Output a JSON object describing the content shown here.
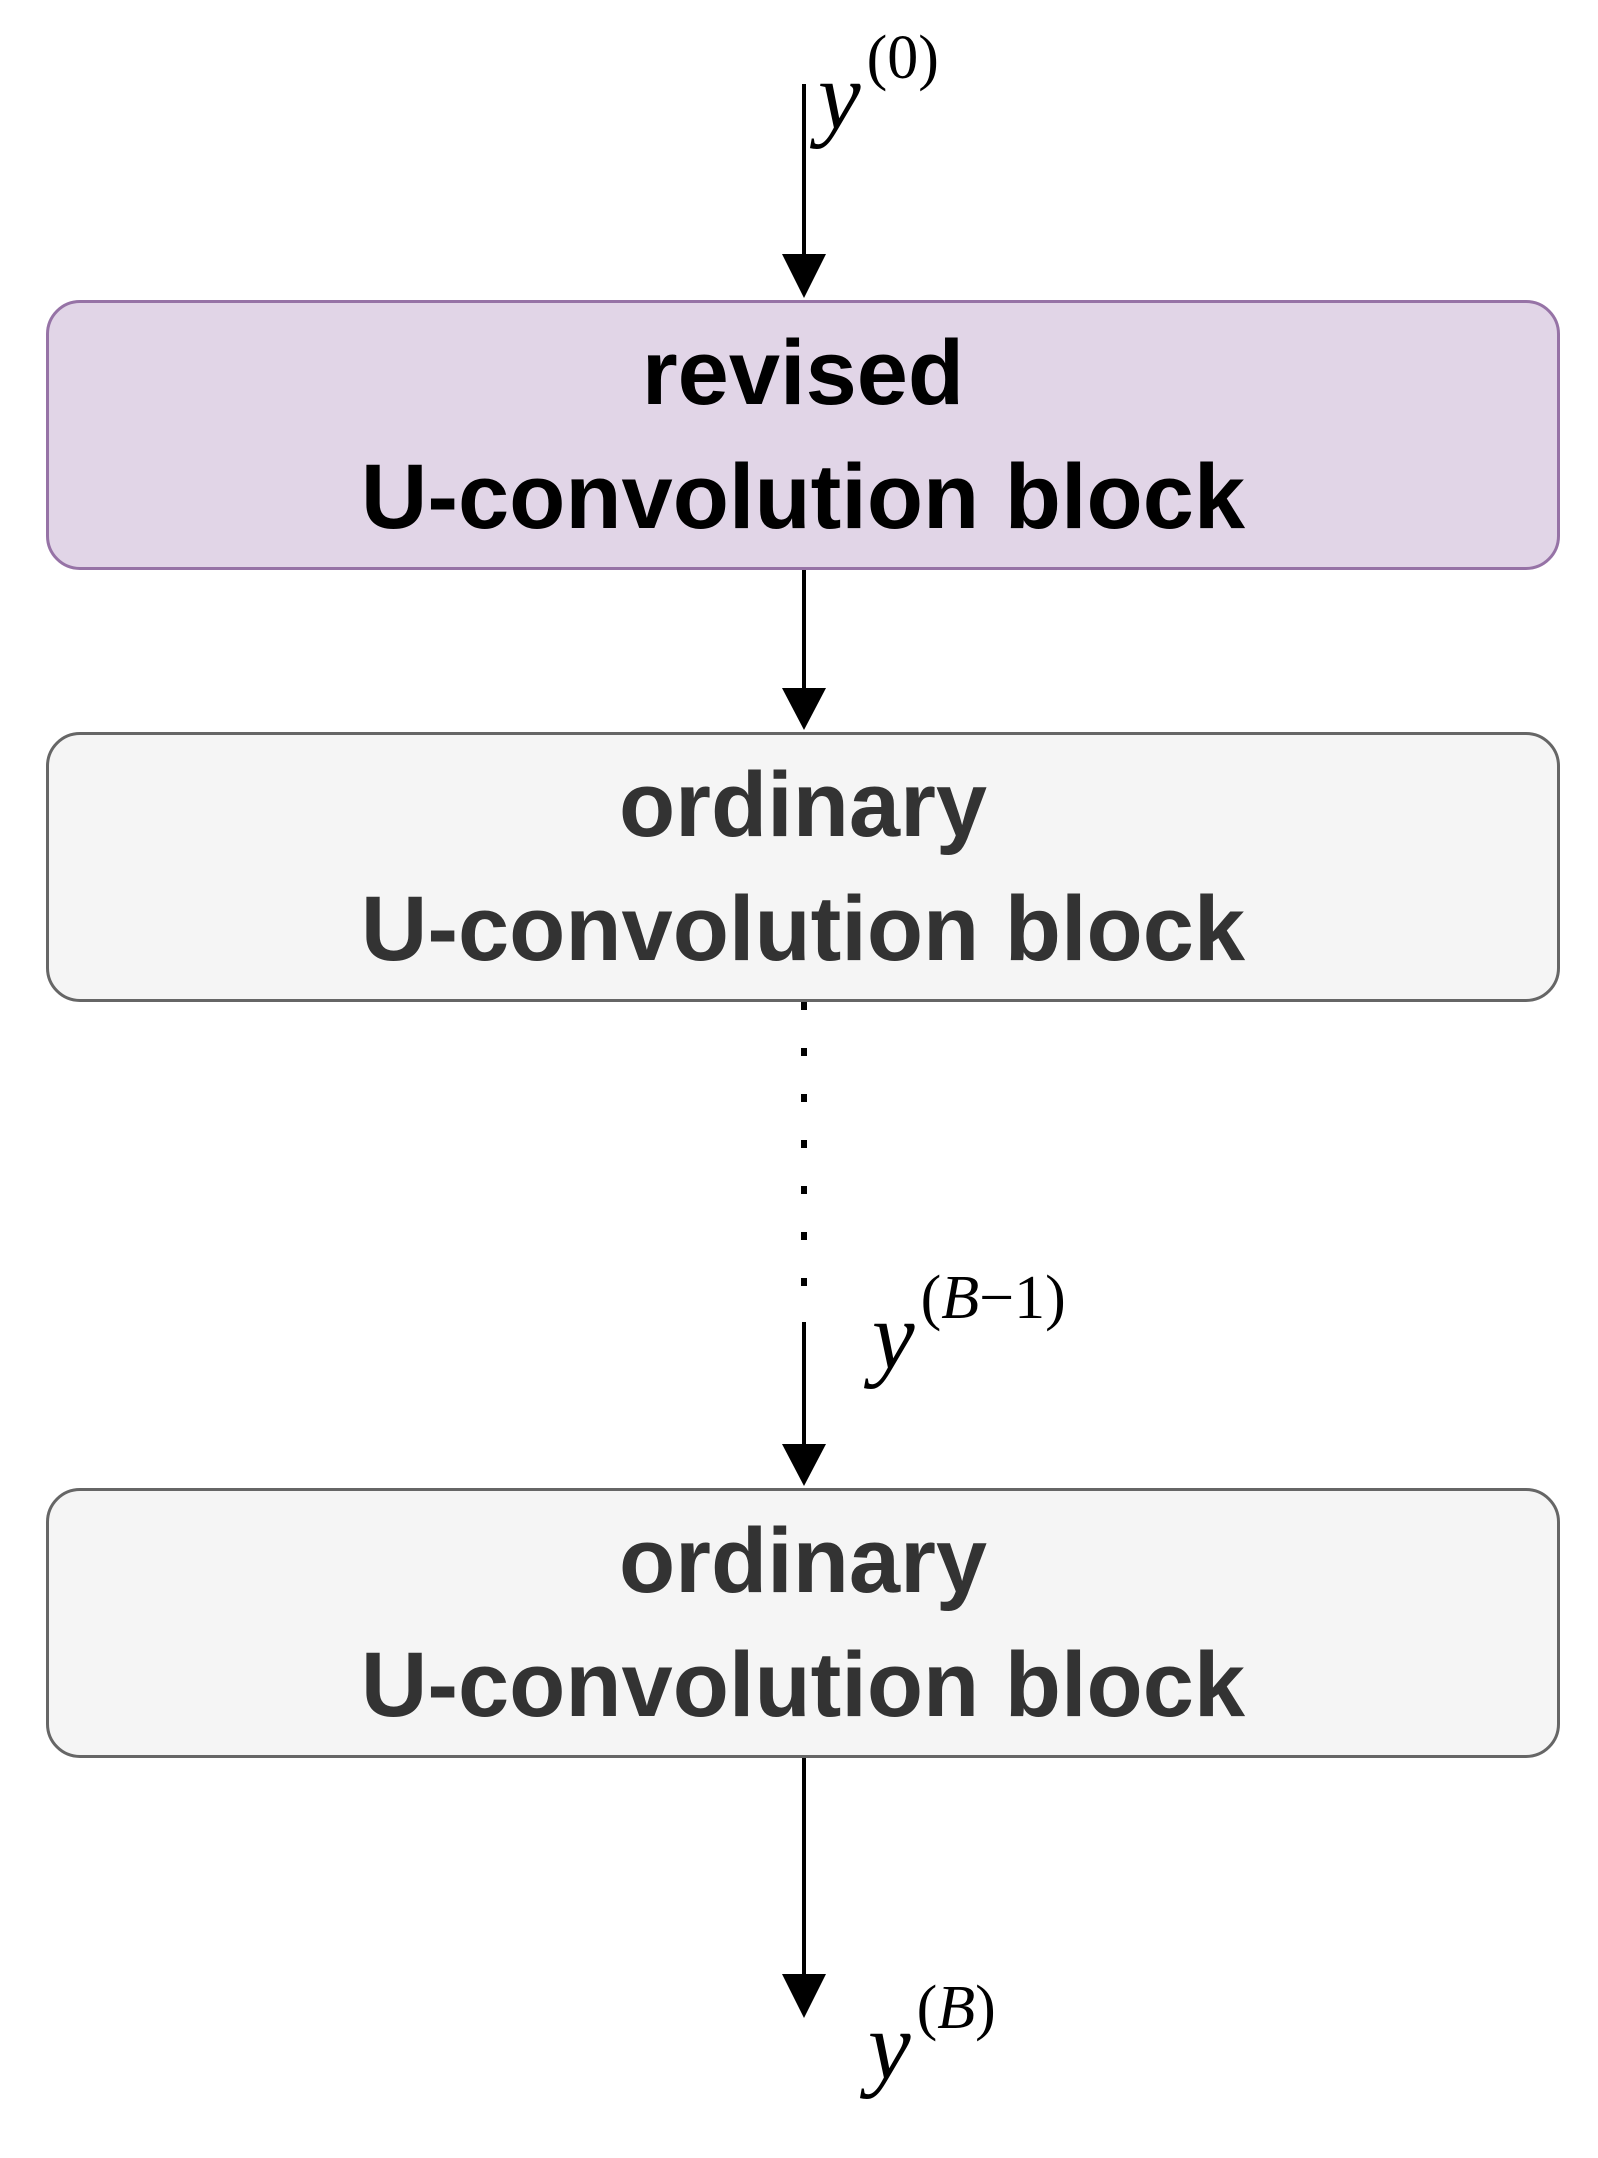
{
  "blocks": [
    {
      "line1": "revised",
      "line2": "U-convolution block",
      "fill": "#e1d5e7",
      "stroke": "#9673a6"
    },
    {
      "line1": "ordinary",
      "line2": "U-convolution block",
      "fill": "#f5f5f5",
      "stroke": "#666666"
    },
    {
      "line1": "ordinary",
      "line2": "U-convolution block",
      "fill": "#f5f5f5",
      "stroke": "#666666"
    }
  ],
  "labels": {
    "y0": {
      "base": "y",
      "sup_open": "(",
      "sup_var": "",
      "sup_rest": "0)"
    },
    "yb1": {
      "base": "y",
      "sup_open": "(",
      "sup_var": "B",
      "sup_rest": "−1)"
    },
    "yb": {
      "base": "y",
      "sup_open": "(",
      "sup_var": "B",
      "sup_rest": ")"
    }
  }
}
